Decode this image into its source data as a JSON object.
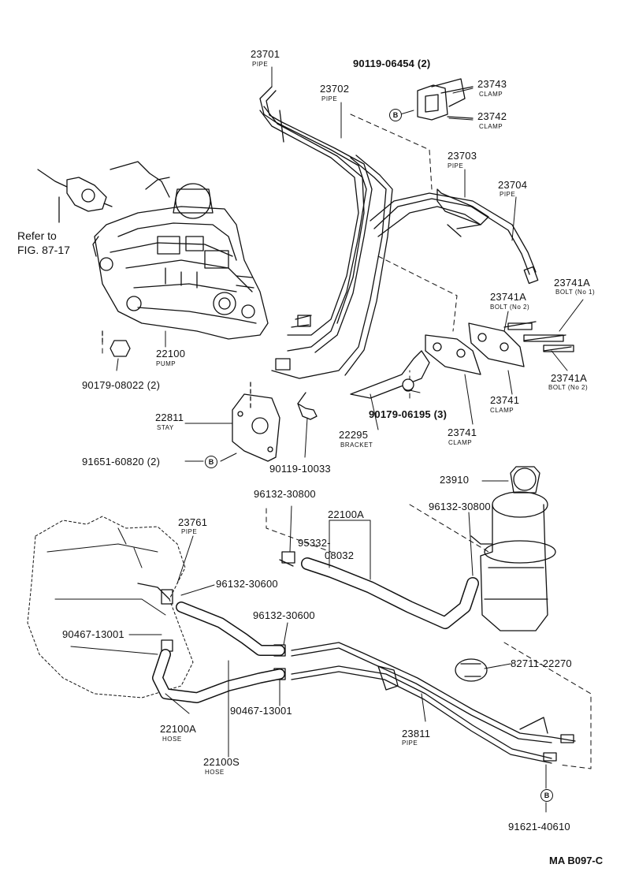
{
  "refer": {
    "line1": "Refer to",
    "line2": "FIG. 87-17"
  },
  "diagram_code": "MA B097-C",
  "b_mark": "B",
  "parts": {
    "p23701": {
      "num": "23701",
      "name": "PIPE"
    },
    "p90119_06454": {
      "num": "90119-06454 (2)"
    },
    "p23702": {
      "num": "23702",
      "name": "PIPE"
    },
    "p23743": {
      "num": "23743",
      "name": "CLAMP"
    },
    "p23742": {
      "num": "23742",
      "name": "CLAMP"
    },
    "p23703": {
      "num": "23703",
      "name": "PIPE"
    },
    "p23704": {
      "num": "23704",
      "name": "PIPE"
    },
    "p23741A_1": {
      "num": "23741A",
      "name": "BOLT (No 1)"
    },
    "p23741A_2": {
      "num": "23741A",
      "name": "BOLT (No 2)"
    },
    "p23741A_3": {
      "num": "23741A",
      "name": "BOLT (No 2)"
    },
    "p22100": {
      "num": "22100",
      "name": "PUMP"
    },
    "p90179_08022": {
      "num": "90179-08022 (2)"
    },
    "p23741_a": {
      "num": "23741",
      "name": "CLAMP"
    },
    "p90179_06195": {
      "num": "90179-06195 (3)"
    },
    "p22811": {
      "num": "22811",
      "name": "STAY"
    },
    "p22295": {
      "num": "22295",
      "name": "BRACKET"
    },
    "p23741_b": {
      "num": "23741",
      "name": "CLAMP"
    },
    "p91651_60820": {
      "num": "91651-60820 (2)"
    },
    "p90119_10033": {
      "num": "90119-10033"
    },
    "p23910": {
      "num": "23910"
    },
    "p96132_30800_a": {
      "num": "96132-30800"
    },
    "p22100A_top": {
      "num": "22100A"
    },
    "p96132_30800_b": {
      "num": "96132-30800"
    },
    "p23761": {
      "num": "23761",
      "name": "PIPE"
    },
    "p95332": {
      "num1": "95332-",
      "num2": "08032"
    },
    "p96132_30600_a": {
      "num": "96132-30600"
    },
    "p96132_30600_b": {
      "num": "96132-30600"
    },
    "p90467_13001_a": {
      "num": "90467-13001"
    },
    "p82711_22270": {
      "num": "82711-22270"
    },
    "p90467_13001_b": {
      "num": "90467-13001"
    },
    "p23811": {
      "num": "23811",
      "name": "PIPE"
    },
    "p22100A_hose": {
      "num": "22100A",
      "name": "HOSE"
    },
    "p22100S": {
      "num": "22100S",
      "name": "HOSE"
    },
    "p91621_40610": {
      "num": "91621-40610"
    }
  }
}
